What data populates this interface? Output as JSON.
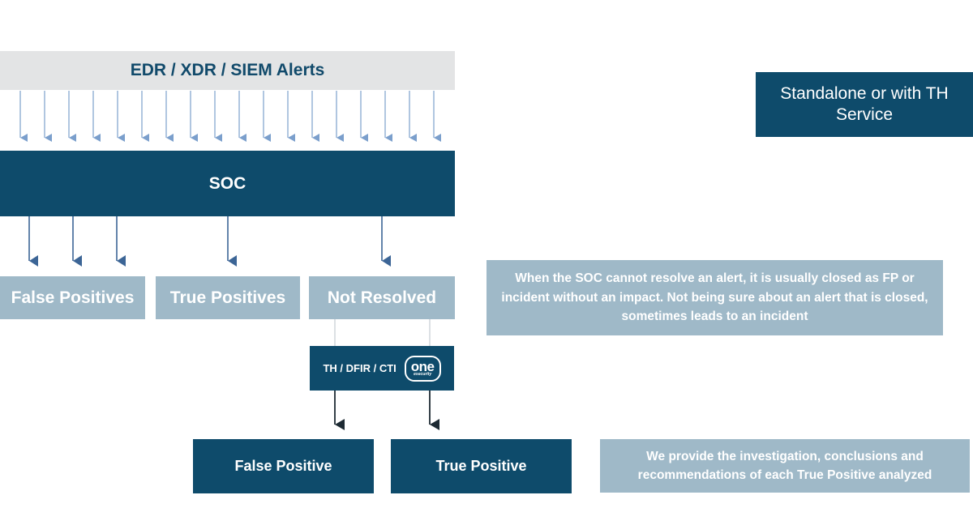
{
  "header_bar": {
    "label": "EDR / XDR / SIEM Alerts"
  },
  "soc_bar": {
    "label": "SOC"
  },
  "outcomes": {
    "false_positives": "False Positives",
    "true_positives": "True Positives",
    "not_resolved": "Not Resolved"
  },
  "th_box": {
    "label": "TH / DFIR / CTI",
    "logo_text": "one",
    "logo_subtext": "esecurity"
  },
  "results": {
    "false_positive": "False Positive",
    "true_positive": "True Positive"
  },
  "notes": {
    "standalone": "Standalone or with TH Service",
    "soc_note": "When the SOC cannot resolve an alert, it is usually closed as FP or incident without an impact. Not being sure about an alert that is closed, sometimes leads to an incident",
    "investigation_note": "We provide the investigation, conclusions and recommendations of each True Positive analyzed"
  },
  "colors": {
    "navy": "#0e4b6b",
    "light_blue": "#9fb9c8",
    "light_grey": "#e3e4e5",
    "arrow_light": "#7b9fcc",
    "arrow_dark": "#3c6596",
    "arrow_black": "#1d2a33"
  }
}
